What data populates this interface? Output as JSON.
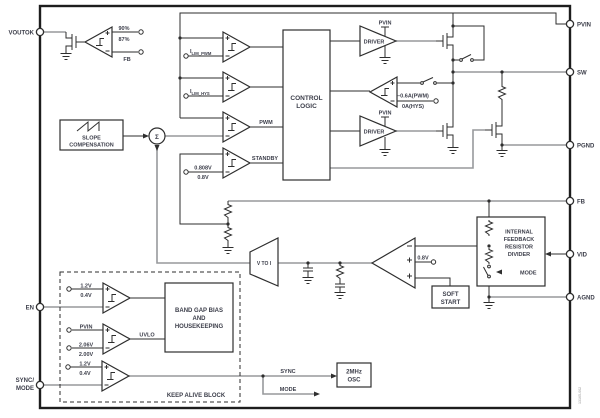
{
  "colors": {
    "line": "#2e2e2e",
    "wire_gray": "#97999c",
    "text": "#3c3e4a",
    "background": "#ffffff"
  },
  "figure_code": "13165-002",
  "pins": {
    "voutok": "VOUTOK",
    "en": "EN",
    "sync_line1": "SYNC/",
    "sync_line2": "MODE",
    "pvin": "PVIN",
    "sw": "SW",
    "pgnd": "PGND",
    "fb": "FB",
    "vid": "VID",
    "agnd": "AGND"
  },
  "voutok_monitor": {
    "thresh_high": "90%",
    "thresh_low": "87%",
    "input": "FB"
  },
  "comparators": {
    "ilim_pwm": {
      "base": "I",
      "sub": "LIM_PWM"
    },
    "ilim_hys": {
      "base": "I",
      "sub": "LIM_HYS"
    },
    "pwm_out": "PWM",
    "standby_out": "STANDBY",
    "standby_ref_rise": "0.808V",
    "standby_ref_fall": "0.8V",
    "ilim_ref_pwm": "–0.6A(PWM)",
    "ilim_ref_hys": "0A(HYS)"
  },
  "blocks": {
    "control_logic": [
      "CONTROL",
      "LOGIC"
    ],
    "slope_comp": [
      "SLOPE",
      "COMPENSATION"
    ],
    "v_to_i": "V TO I",
    "soft_start": [
      "SOFT",
      "START"
    ],
    "divider": [
      "INTERNAL",
      "FEEDBACK",
      "RESISTOR",
      "DIVIDER"
    ],
    "divider_mode": "MODE",
    "bandgap": [
      "BAND GAP BIAS",
      "AND",
      "HOUSEKEEPING"
    ],
    "osc": [
      "2MHz",
      "OSC"
    ],
    "keep_alive": "KEEP ALIVE BLOCK"
  },
  "driver": {
    "label": "DRIVER",
    "supply": "PVIN"
  },
  "summing_node": "Σ",
  "error_amp_ref": "0.8V",
  "keep_alive_refs": {
    "en_high": "1.2V",
    "en_low": "0.4V",
    "uvlo_in": "PVIN",
    "uvlo_high": "2.06V",
    "uvlo_low": "2.00V",
    "uvlo_out": "UVLO",
    "sync_high": "1.2V",
    "sync_low": "0.4V"
  },
  "signals": {
    "sync": "SYNC",
    "mode": "MODE"
  }
}
